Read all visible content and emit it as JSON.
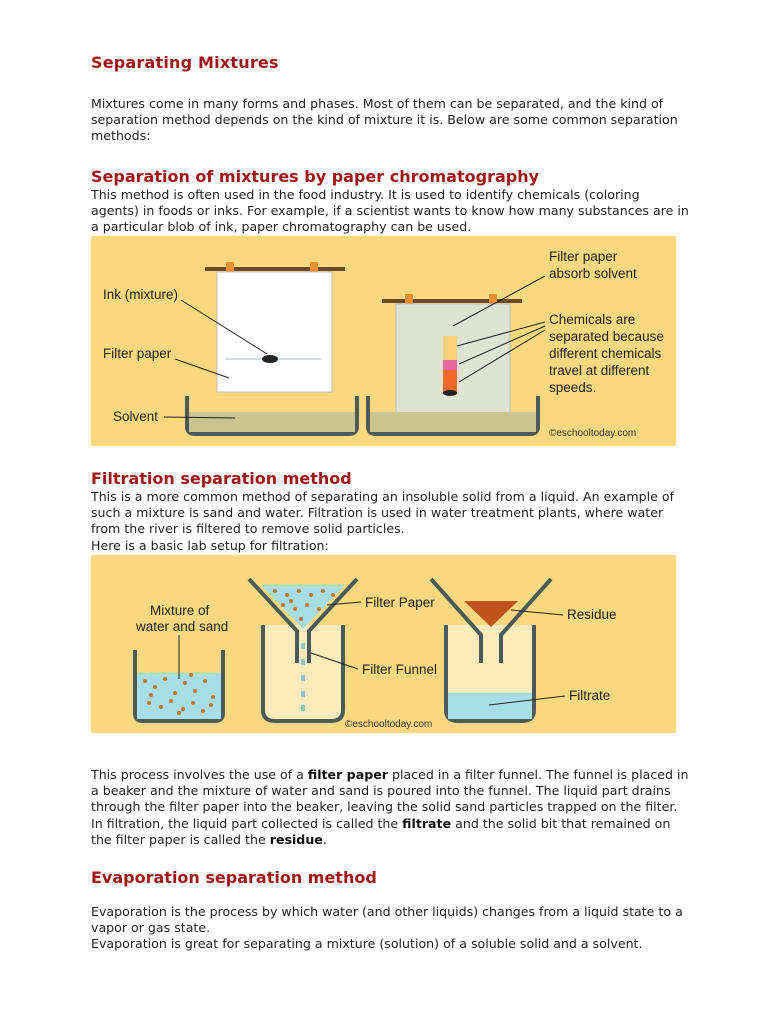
{
  "title": "Separating Mixtures",
  "intro": "Mixtures come in many forms and phases. Most of them can be separated, and the kind of separation method depends on the kind of mixture it is. Below are some common separation methods:",
  "sections": {
    "chromatography": {
      "heading": "Separation of mixtures by paper chromatography",
      "text": "This method is often used in the food industry. It is used to identify chemicals (coloring agents) in foods or inks. For example, if a scientist wants to know how many substances are in a particular blob of ink, paper chromatography can be used.",
      "figure": {
        "label_ink": "Ink (mixture)",
        "label_filter_paper": "Filter paper",
        "label_solvent": "Solvent",
        "label_absorb_1": "Filter paper",
        "label_absorb_2": "absorb solvent",
        "label_chem_1": "Chemicals are",
        "label_chem_2": "separated because",
        "label_chem_3": "different chemicals",
        "label_chem_4": "travel at different",
        "label_chem_5": "speeds.",
        "copyright": "©eschooltoday.com"
      }
    },
    "filtration": {
      "heading": "Filtration separation method",
      "text": "This is a more common method of separating an insoluble solid from a liquid. An example of such a mixture is sand and water. Filtration is used in water treatment plants, where water from the river is filtered to remove solid particles.",
      "text2": "Here is a basic lab setup for filtration:",
      "figure": {
        "label_mixture_1": "Mixture of",
        "label_mixture_2": "water and sand",
        "label_filter_paper": "Filter Paper",
        "label_filter_funnel": "Filter Funnel",
        "label_residue": "Residue",
        "label_filtrate": "Filtrate",
        "copyright": "©eschooltoday.com"
      },
      "explain": {
        "p1": "This process involves the use of a ",
        "b1": "filter paper",
        "p2": " placed in a filter funnel. The funnel is placed in a beaker and the mixture of water and sand is poured into the funnel. The liquid part drains through the filter paper into the beaker, leaving the solid sand particles trapped on the filter. In filtration, the liquid part collected is called the ",
        "b2": "filtrate",
        "p3": " and the solid bit that remained on the filter paper is called the ",
        "b3": "residue",
        "p4": "."
      }
    },
    "evaporation": {
      "heading": "Evaporation separation method",
      "text1": "Evaporation is the process by which water (and other liquids) changes from a liquid state to a vapor or gas state.",
      "text2": "Evaporation is great for separating a mixture (solution) of a soluble solid and a solvent."
    }
  },
  "colors": {
    "heading": "#a01414",
    "figure_bg": "#fcd980",
    "solvent": "#c9c490",
    "tape": "#f0902c"
  }
}
